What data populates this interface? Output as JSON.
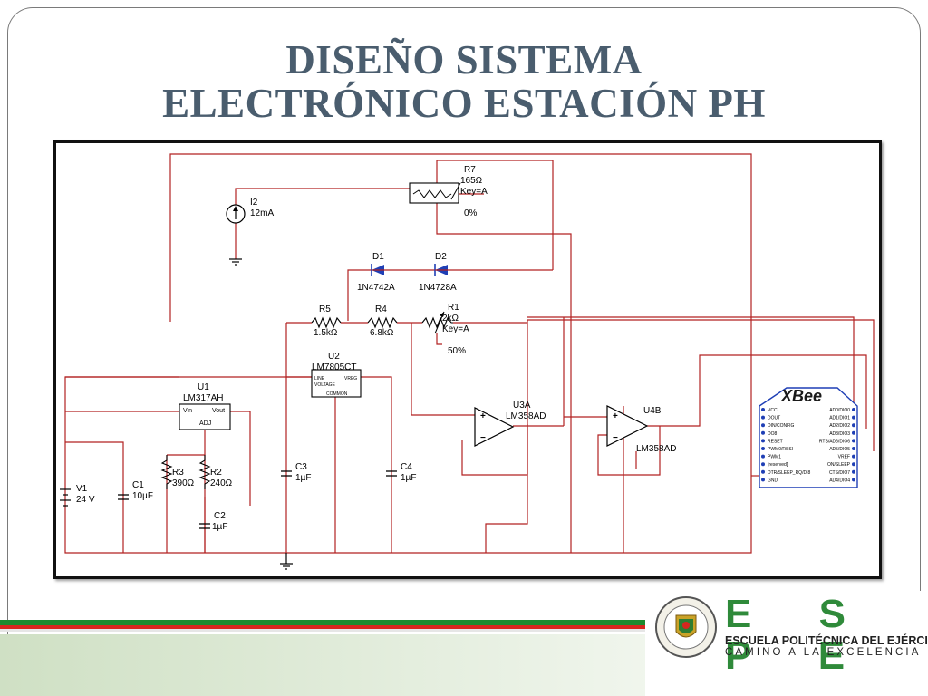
{
  "title": {
    "line1": "DISEÑO SISTEMA",
    "line2": "ELECTRÓNICO ESTACIÓN PH"
  },
  "schematic": {
    "r7": {
      "ref": "R7",
      "value": "165Ω",
      "key": "Key=A",
      "pct": "0%"
    },
    "i2": {
      "ref": "I2",
      "value": "12mA"
    },
    "d1": {
      "ref": "D1",
      "part": "1N4742A"
    },
    "d2": {
      "ref": "D2",
      "part": "1N4728A"
    },
    "r1": {
      "ref": "R1",
      "value": "2kΩ",
      "key": "Key=A",
      "pct": "50%"
    },
    "r5": {
      "ref": "R5",
      "value": "1.5kΩ"
    },
    "r4": {
      "ref": "R4",
      "value": "6.8kΩ"
    },
    "u2": {
      "ref": "U2",
      "part": "LM7805CT",
      "pin_line": "LINE",
      "pin_vreg": "VREG",
      "pin_voltage": "VOLTAGE",
      "pin_common": "COMMON"
    },
    "u1": {
      "ref": "U1",
      "part": "LM317AH",
      "pin_vin": "Vin",
      "pin_vout": "Vout",
      "pin_adj": "ADJ"
    },
    "u3": {
      "ref": "U3A",
      "part": "LM358AD"
    },
    "u4": {
      "ref": "U4B",
      "part": "LM358AD"
    },
    "v1": {
      "ref": "V1",
      "value": "24 V"
    },
    "c1": {
      "ref": "C1",
      "value": "10µF"
    },
    "r3": {
      "ref": "R3",
      "value": "390Ω"
    },
    "r2": {
      "ref": "R2",
      "value": "240Ω"
    },
    "c2": {
      "ref": "C2",
      "value": "1µF"
    },
    "c3": {
      "ref": "C3",
      "value": "1µF"
    },
    "c4": {
      "ref": "C4",
      "value": "1µF"
    },
    "xbee": {
      "name": "XBee",
      "left_pins": [
        "VCC",
        "DOUT",
        "DIN/CONFIG",
        "DO8",
        "RESET",
        "PWM0/RSSI",
        "PWM1",
        "[reserved]",
        "DTR/SLEEP_RQ/DI8",
        "GND"
      ],
      "right_pins": [
        "AD0/DIO0",
        "AD1/DIO1",
        "AD2/DIO2",
        "AD3/DIO3",
        "RTS/AD6/DIO6",
        "AD5/DIO5",
        "VREF",
        "ON/SLEEP",
        "CTS/DIO7",
        "AD4/DIO4"
      ]
    }
  },
  "footer": {
    "brand": "E S P E",
    "name": "ESCUELA POLITÉCNICA DEL EJÉRCITO",
    "motto": "CAMINO A LA EXCELENCIA",
    "colors": {
      "green": "#2f8a3a",
      "red": "#d7261e",
      "title": "#4a5d6e",
      "wire": "#b22222"
    }
  }
}
